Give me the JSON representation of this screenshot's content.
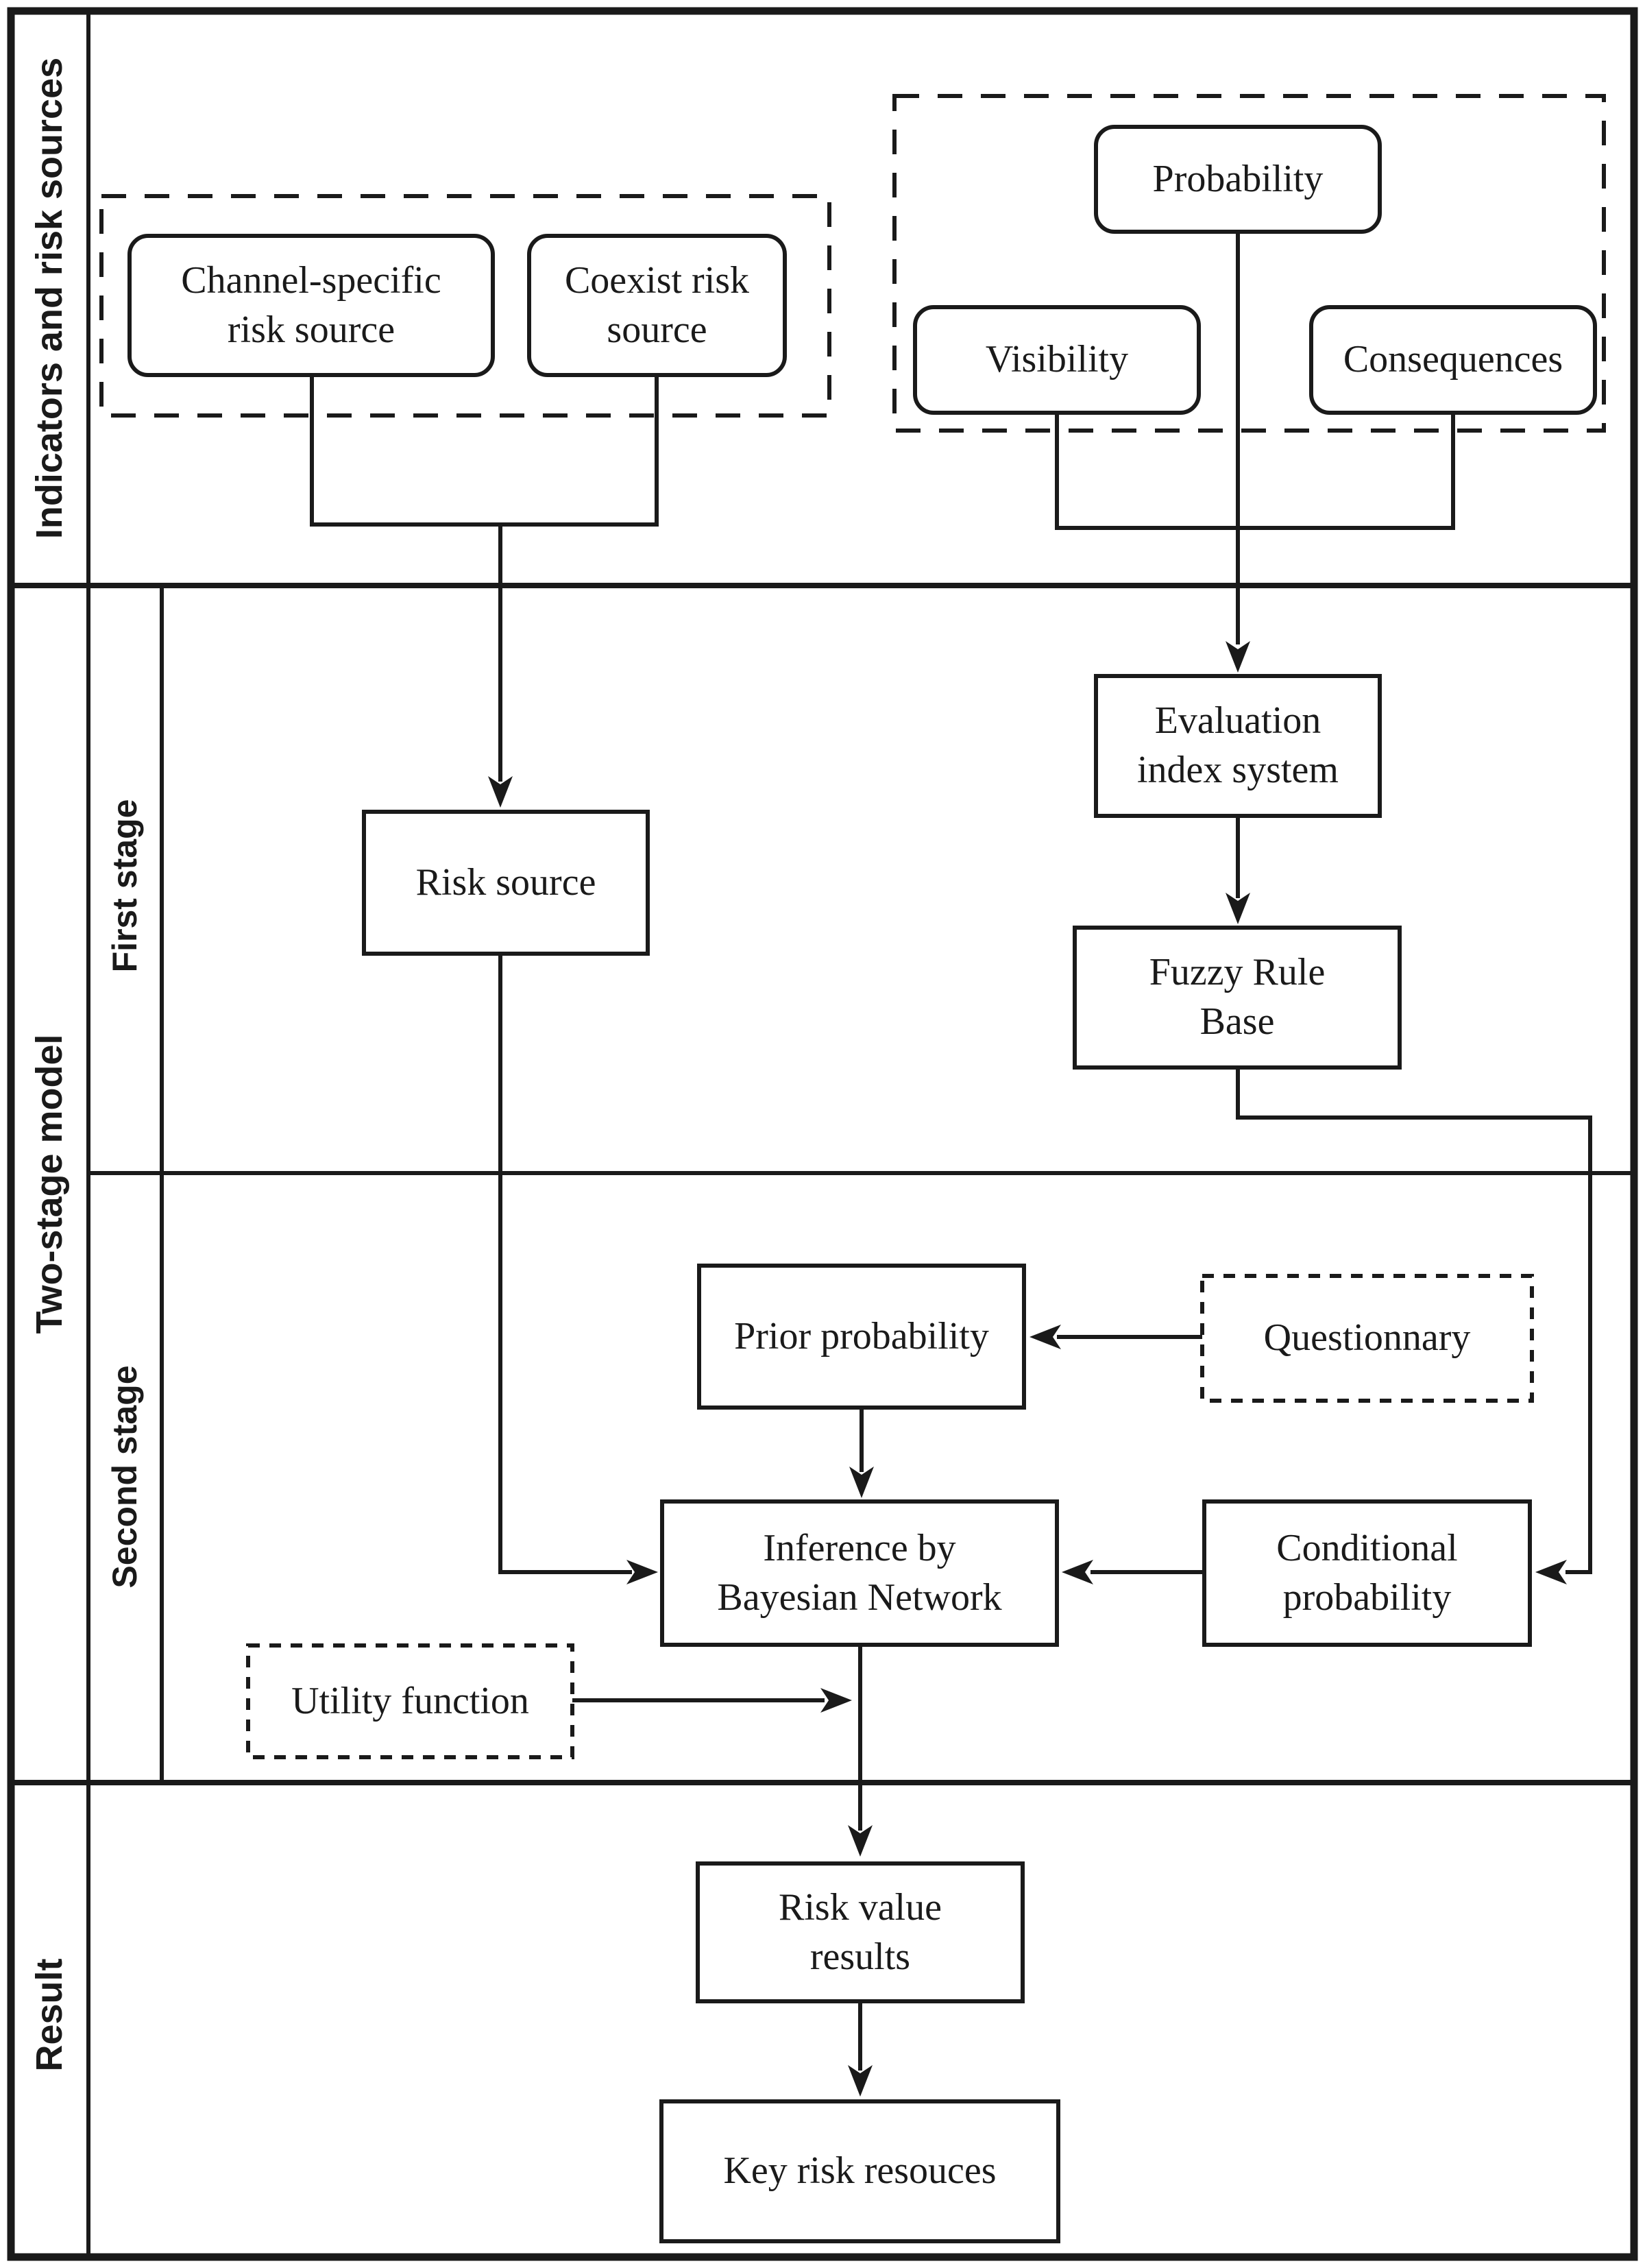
{
  "page": {
    "background": "#ffffff",
    "ink": "#1a1a1a"
  },
  "sidebar": {
    "row1_label": "Indicators and risk sources",
    "row2_label": "Two-stage model",
    "row2_sub": {
      "first": "First stage",
      "second": "Second stage"
    },
    "row3_label": "Result"
  },
  "nodes": {
    "channel": {
      "label": "Channel-specific\nrisk source"
    },
    "coexist": {
      "label": "Coexist risk\nsource"
    },
    "probability": {
      "label": "Probability"
    },
    "visibility": {
      "label": "Visibility"
    },
    "consequences": {
      "label": "Consequences"
    },
    "risk_source": {
      "label": "Risk source"
    },
    "evaluation": {
      "label": "Evaluation\nindex system"
    },
    "fuzzy": {
      "label": "Fuzzy Rule\nBase"
    },
    "prior": {
      "label": "Prior probability"
    },
    "questionnary": {
      "label": "Questionnary"
    },
    "inference": {
      "label": "Inference by\nBayesian Network"
    },
    "conditional": {
      "label": "Conditional\nprobability"
    },
    "utility": {
      "label": "Utility function"
    },
    "risk_value": {
      "label": "Risk value\nresults"
    },
    "key_risk": {
      "label": "Key risk resouces"
    }
  }
}
